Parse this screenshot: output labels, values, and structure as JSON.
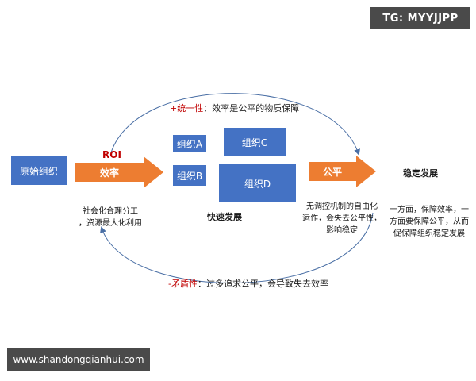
{
  "watermarks": {
    "tg": "TG: MYYJJPP",
    "url": "www.shandongqianhui.com"
  },
  "boxes": {
    "origin": "原始组织",
    "org_a": "组织A",
    "org_b": "组织B",
    "org_c": "组织C",
    "org_d": "组织D"
  },
  "arrows": {
    "efficiency": "效率",
    "fairness": "公平"
  },
  "labels": {
    "roi": "ROI",
    "rapid_growth": "快速发展",
    "stable_growth": "稳定发展"
  },
  "unity": {
    "prefix": "+统一性",
    "text": "：效率是公平的物质保障"
  },
  "conflict": {
    "prefix": "-矛盾性",
    "text": "：过多追求公平，会导致失去效率"
  },
  "notes": {
    "left": [
      "社会化合理分工",
      "，资源最大化利用"
    ],
    "middle": [
      "无调控机制的自由化",
      "运作，会失去公平性，",
      "影响稳定"
    ],
    "right": [
      "一方面，保障效率，一",
      "方面要保障公平，从而",
      "促保障组织稳定发展"
    ]
  },
  "colors": {
    "box_blue": "#4472c4",
    "arrow_orange": "#ed7d31",
    "accent_red": "#c00000",
    "curve": "#4a6fa5"
  }
}
